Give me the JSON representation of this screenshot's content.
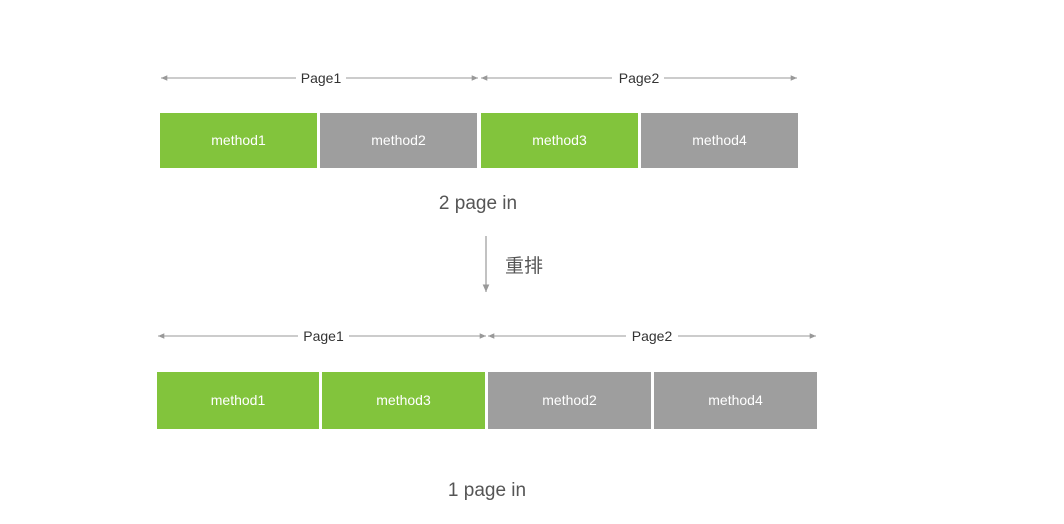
{
  "colors": {
    "green": "#82c43c",
    "gray": "#9e9e9e",
    "arrow": "#999999"
  },
  "before": {
    "pages": [
      "Page1",
      "Page2"
    ],
    "blocks": [
      {
        "label": "method1",
        "color": "green"
      },
      {
        "label": "method2",
        "color": "gray"
      },
      {
        "label": "method3",
        "color": "green"
      },
      {
        "label": "method4",
        "color": "gray"
      }
    ],
    "caption": "2 page in"
  },
  "transform": {
    "label": "重排"
  },
  "after": {
    "pages": [
      "Page1",
      "Page2"
    ],
    "blocks": [
      {
        "label": "method1",
        "color": "green"
      },
      {
        "label": "method3",
        "color": "green"
      },
      {
        "label": "method2",
        "color": "gray"
      },
      {
        "label": "method4",
        "color": "gray"
      }
    ],
    "caption": "1 page in"
  }
}
